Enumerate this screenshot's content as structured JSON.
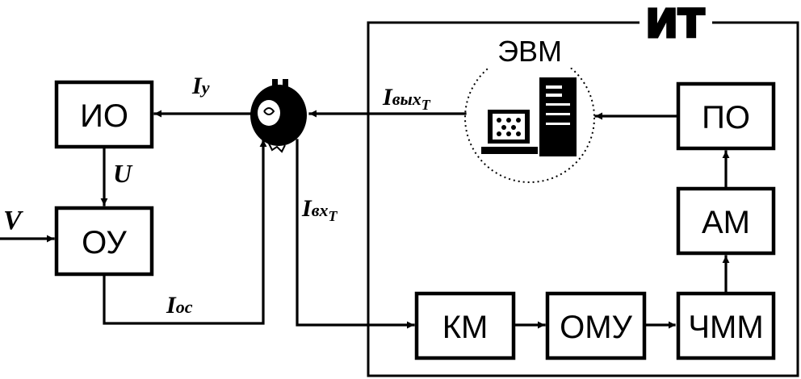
{
  "diagram": {
    "title": "ИТ",
    "computer_label": "ЭВМ",
    "blocks": {
      "io": "ИО",
      "ou": "ОУ",
      "po": "ПО",
      "am": "АМ",
      "km": "КМ",
      "omu": "ОМУ",
      "chmm": "ЧММ"
    },
    "signals": {
      "v": "V",
      "u": "U",
      "iy_main": "I",
      "iy_sub": "y",
      "ioc_main": "I",
      "ioc_sub": "oc",
      "iout_main": "I",
      "iout_mid": "вых",
      "iout_sub": "T",
      "iin_main": "I",
      "iin_mid": "вх",
      "iin_sub": "T"
    },
    "icons": [
      "arrow-icon",
      "operator-head-icon",
      "computer-monitor-icon",
      "computer-tower-icon"
    ]
  }
}
